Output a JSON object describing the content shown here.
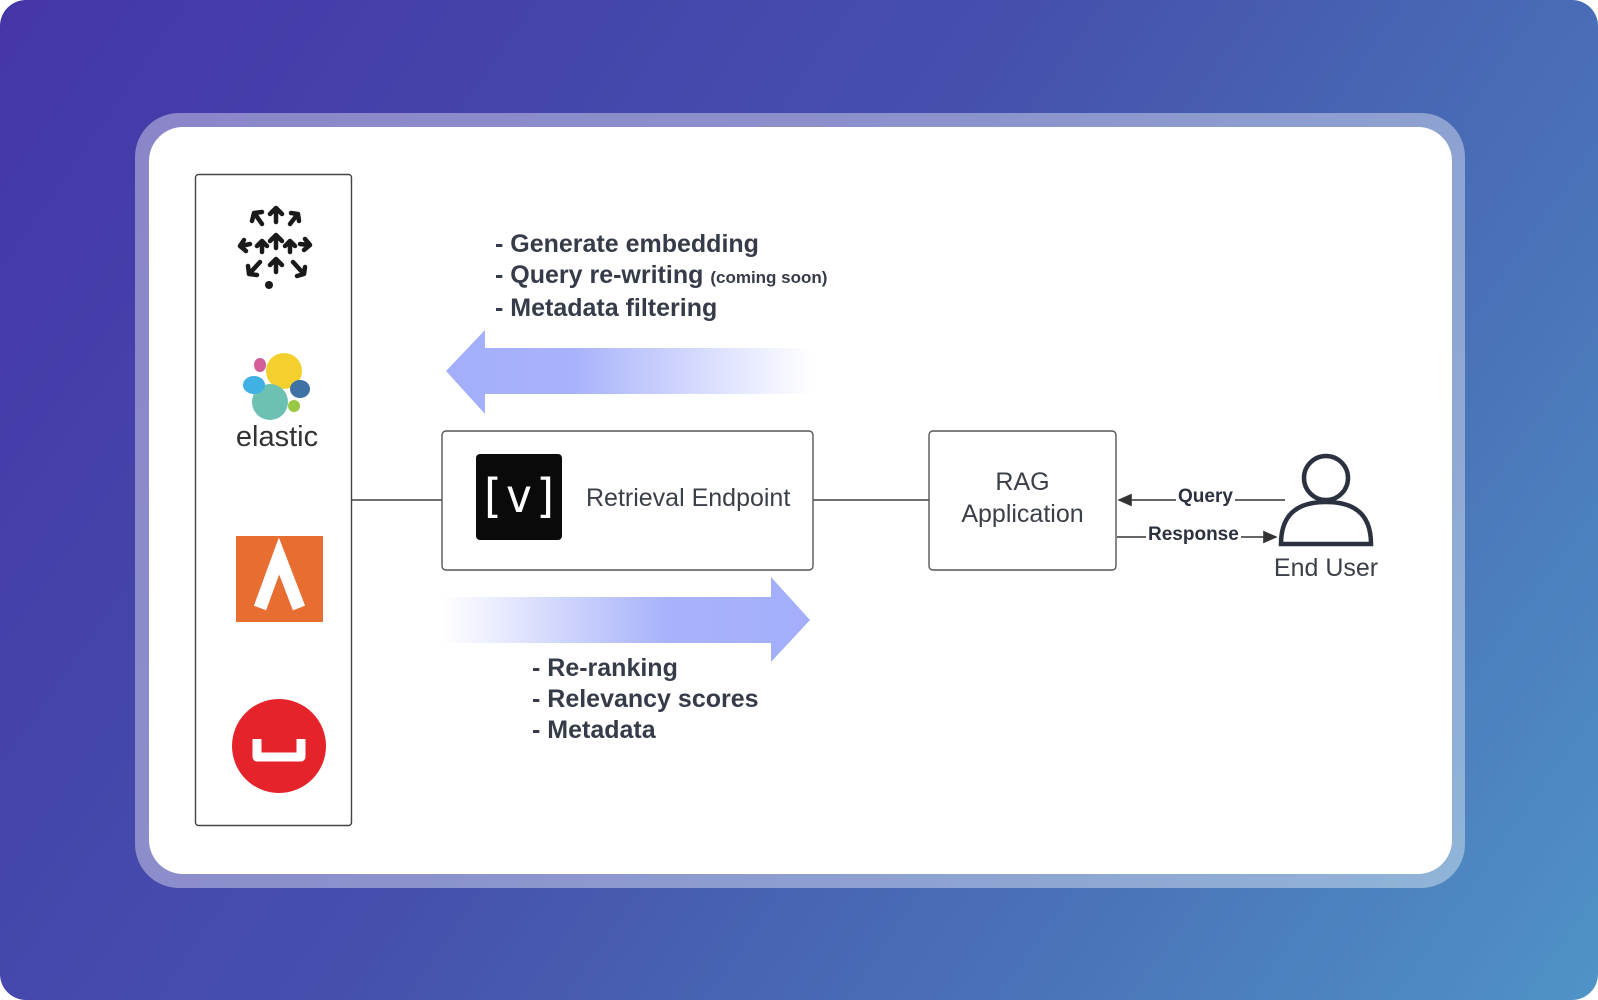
{
  "top_bullets": [
    {
      "text": "- Generate embedding",
      "note": ""
    },
    {
      "text": "- Query re-writing",
      "note": "(coming soon)"
    },
    {
      "text": "- Metadata filtering",
      "note": ""
    }
  ],
  "bottom_bullets": [
    {
      "text": "- Re-ranking"
    },
    {
      "text": "- Relevancy scores"
    },
    {
      "text": "- Metadata"
    }
  ],
  "providers": {
    "items": [
      {
        "icon": "scattered-arrows-logo-icon",
        "label": ""
      },
      {
        "icon": "elastic-logo-icon",
        "label": "elastic"
      },
      {
        "icon": "orange-chevron-logo-icon",
        "label": ""
      },
      {
        "icon": "red-circle-logo-icon",
        "label": ""
      }
    ]
  },
  "retrieval": {
    "logo_text": "[v]",
    "label": "Retrieval Endpoint"
  },
  "rag": {
    "line1": "RAG",
    "line2": "Application"
  },
  "edges": {
    "query": "Query",
    "response": "Response"
  },
  "end_user": {
    "label": "End User"
  },
  "colors": {
    "bg_start": "#4536a8",
    "bg_end": "#4f93c6",
    "arrow_fill": "#a3aefb",
    "text_dark": "#353b48",
    "elastic_yellow": "#f3d02e",
    "elastic_teal": "#6dc1b3",
    "orange_logo": "#e86d31",
    "red_logo": "#e5232a"
  }
}
